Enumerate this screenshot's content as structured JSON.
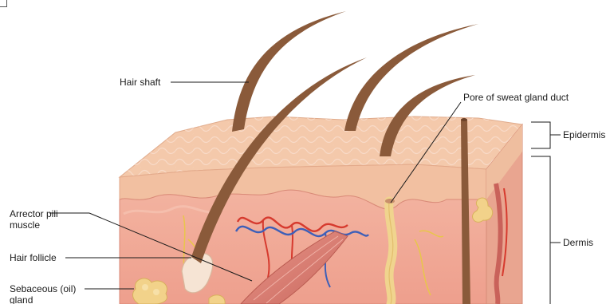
{
  "labels": {
    "hair_shaft": "Hair shaft",
    "pore": "Pore of sweat gland duct",
    "epidermis": "Epidermis",
    "dermis": "Dermis",
    "arrector": "Arrector pili muscle",
    "hair_follicle": "Hair follicle",
    "sebaceous": "Sebaceous (oil) gland"
  },
  "colors": {
    "epidermis_top": "#f4c7a8",
    "epidermis_side": "#ebb89c",
    "dermis": "#f0a898",
    "hair": "#8a5a3a",
    "artery": "#d63a2e",
    "vein": "#3d5fb8",
    "nerve": "#e8c64a",
    "gland": "#f2d28a"
  }
}
